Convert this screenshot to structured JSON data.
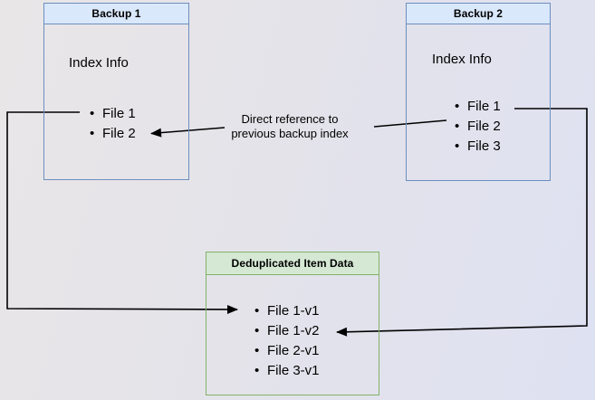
{
  "diagram": {
    "backup1": {
      "title": "Backup 1",
      "subtitle": "Index Info",
      "items": [
        "File 1",
        "File 2"
      ]
    },
    "backup2": {
      "title": "Backup 2",
      "subtitle": "Index Info",
      "items": [
        "File 1",
        "File 2",
        "File 3"
      ]
    },
    "dedup": {
      "title": "Deduplicated Item Data",
      "items": [
        "File 1-v1",
        "File 1-v2",
        "File 2-v1",
        "File 3-v1"
      ]
    },
    "annotation": {
      "line1": "Direct reference to",
      "line2": "previous backup index"
    },
    "colors": {
      "blue_fill": "#dae8fc",
      "blue_border": "#6c8ebf",
      "green_fill": "#d5e8d4",
      "green_border": "#82b366",
      "arrow": "#000000",
      "background_left": "#e9e6e7",
      "background_right": "#dee1f2"
    }
  }
}
